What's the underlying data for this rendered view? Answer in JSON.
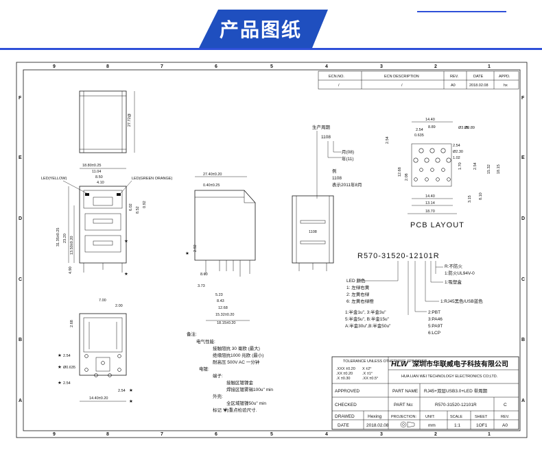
{
  "banner": {
    "title": "产品图纸",
    "accent": "#1f4fbf",
    "line": "#2e4fd8"
  },
  "grid_cols": [
    "9",
    "8",
    "7",
    "6",
    "5",
    "4",
    "3",
    "2",
    "1"
  ],
  "grid_rows": [
    "F",
    "E",
    "D",
    "C",
    "B",
    "A"
  ],
  "revision": {
    "headers": [
      "ECN.NO.",
      "ECN DESCRIPTION",
      "REV.",
      "DATE",
      "APPD."
    ],
    "row": [
      "/",
      "/",
      "A0",
      "2018.02.08",
      "hx"
    ]
  },
  "front_view": {
    "height_dim": "27.72@",
    "led_left": "LED(YELLOW)",
    "led_right": "LED(GREEN ORANGE)",
    "dims_top": [
      "18.80±0.25",
      "11.04",
      "8.50",
      "4.10"
    ],
    "dims_right": [
      "6.02",
      "8.52",
      "0.92"
    ],
    "dims_left": [
      "31.35±0.25",
      "23.20",
      "13.50±0.20",
      "4.90"
    ],
    "star_note": "★"
  },
  "side_view": {
    "dims_top": [
      "27.40±0.20",
      "0.40±0.25"
    ],
    "dims_bottom": [
      "8.10",
      "3.73",
      "5.23",
      "8.43",
      "12.68",
      "15.32±0.20",
      "18.15±0.20"
    ],
    "left_dim": "2.92"
  },
  "rear_view": {
    "label": "1108"
  },
  "bottom_view": {
    "dims": [
      "7.00",
      "2.00",
      "2.68",
      "2.54",
      "Ø0.635",
      "2.54",
      "2.54",
      "14.40±0.20"
    ]
  },
  "date_code": {
    "title": "生产周期",
    "code": "1108",
    "month": "月(08)",
    "year": "年(11)",
    "example_title": "例",
    "example_code": "1108",
    "example_text": "表示2011年8月"
  },
  "pcb": {
    "title": "PCB LAYOUT",
    "dims_top": [
      "14.40",
      "8.89",
      "2.54",
      "0.635",
      "Ø3.25",
      "Ø0.89",
      "2.54",
      "Ø2.30",
      "1.02"
    ],
    "dims_left": [
      "2.54",
      "12.68",
      "2.08"
    ],
    "dims_right": [
      "1.70",
      "2.54",
      "15.32",
      "18.15",
      "8.10",
      "3.15"
    ],
    "dims_bottom": [
      "14.40",
      "13.14",
      "18.70"
    ]
  },
  "part_code": {
    "number": "R570-31520-12101R",
    "opt_r": [
      "R:不防火",
      "1:防火UL94V-0"
    ],
    "opt_tray": "1:吸塑盒",
    "led_title": "LED  颜色",
    "led_opts": [
      "1: 左绿右黄",
      "2: 左黄右绿",
      "6: 左黄右绿橙"
    ],
    "color": "1:RJ45黑色/USB蓝色",
    "plating": [
      "1:半金1u\", 3:半金3u\"",
      "5:半金5u\", B:半金15u\"",
      "A:半金30u\",B:半金50u\""
    ],
    "material": [
      "2:PBT",
      "3:PA46",
      "5:PA9T",
      "6:LCP"
    ]
  },
  "notes": {
    "title": "备注:",
    "electrical": "电气性能:",
    "items": [
      "接触阻抗 30  毫欧 (最大)",
      "绝缘阻抗1000  兆欧 (最小)",
      "耐高压    500V AC  一分钟"
    ],
    "plating_title": "电镀:",
    "terminal_title": "端子:",
    "terminal_items": [
      "接触区镀镍金",
      "焊接区镀雾锡100u\"  min"
    ],
    "shell_title": "外壳:",
    "shell_items": [
      "全区域镀镍50u\"   min"
    ],
    "legend": "标记  \"为重点检验尺寸.",
    "legend_star": "★"
  },
  "title_block": {
    "tolerance_title": "TOLERANCE UNLESS OTHERWISE SPECIFIED",
    "tolerances": [
      ".XXX ±0.20",
      ".XX ±0.20",
      ".X ±0.30",
      "X ±2°",
      ".X ±1°",
      ".XX ±0.5°"
    ],
    "company_logo": "HLW",
    "company_cn": "深圳市华联威电子科技有限公司",
    "company_en": "HUA LIAN WEI TECHNOLOGY ELECTRONICS CO;LTD.",
    "approved": "APPROVED",
    "checked": "CHECKED",
    "drawed": "DRAWED",
    "drawer": "Hexing",
    "date_label": "DATE",
    "date": "2018.02.08",
    "part_name_label": "PART NAME",
    "part_name": "RJ45+双层USB3.0+LED 带周期",
    "part_no_label": "PART No:",
    "part_no": "R570-31520-12101R",
    "part_no_rev": "C",
    "projection_label": "PROJECTION:",
    "unit_label": "UNIT:",
    "unit": "mm",
    "scale_label": "SCALE",
    "scale": "1:1",
    "sheet_label": "SHEET",
    "sheet": "1OF1",
    "rev_label": "REV.",
    "rev": "A0"
  }
}
